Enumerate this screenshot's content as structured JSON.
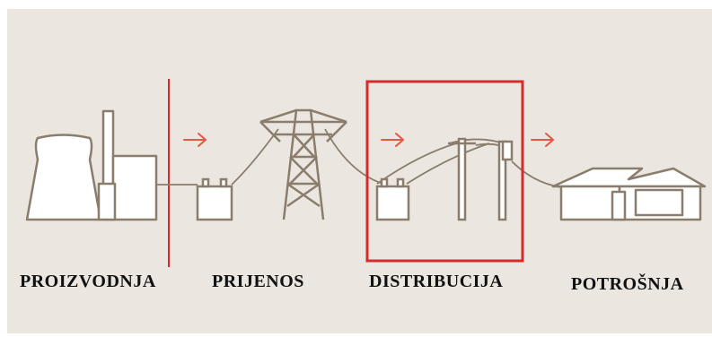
{
  "stages": [
    {
      "id": "generation",
      "label": "PROIZVODNJA"
    },
    {
      "id": "transmission",
      "label": "PRIJENOS"
    },
    {
      "id": "distribution",
      "label": "DISTRIBUCIJA"
    },
    {
      "id": "consumption",
      "label": "POTROŠNJA"
    }
  ],
  "colors": {
    "background": "#ebe7e0",
    "icon_fill": "#ffffff",
    "icon_stroke": "#8a7d6d",
    "arrow": "#e05a45",
    "highlight": "#d62b2b",
    "divider": "#d62b2b",
    "label_text": "#111111"
  },
  "icons": [
    "power-plant-icon",
    "transformer-icon",
    "transmission-tower-icon",
    "utility-pole-icon",
    "house-icon",
    "arrow-right-icon"
  ],
  "highlighted_stage": "distribution"
}
